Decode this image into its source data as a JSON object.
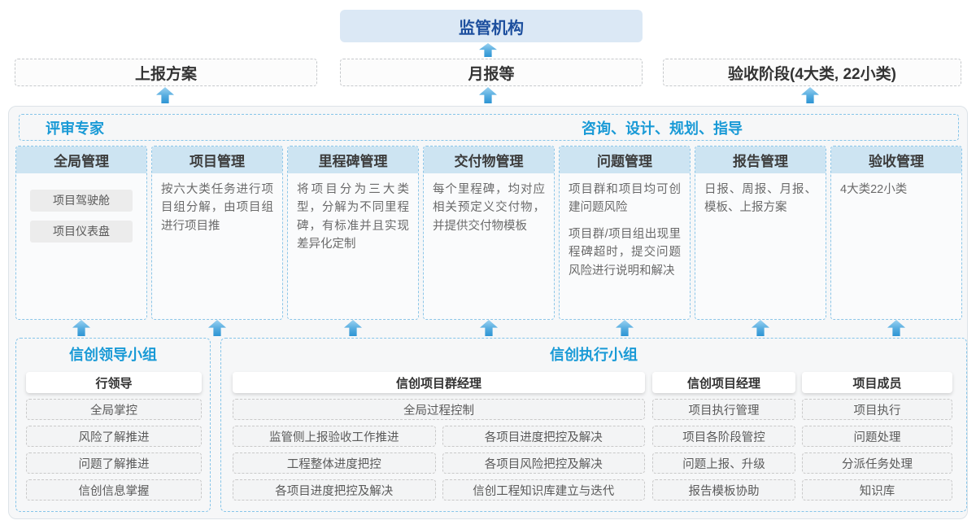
{
  "colors": {
    "accent_blue": "#199ad6",
    "navy_title": "#1d4f9e",
    "arrow_blue": "#2e95d4",
    "column_header_bg": "#cde4f2",
    "dashed_blue_border": "#86c5e9"
  },
  "top": {
    "regulator": "监管机构"
  },
  "report_row": [
    {
      "label": "上报方案"
    },
    {
      "label": "月报等"
    },
    {
      "label": "验收阶段(4大类, 22小类)"
    }
  ],
  "experts": {
    "left": "评审专家",
    "right": "咨询、设计、规划、指导"
  },
  "columns": [
    {
      "title": "全局管理",
      "items": [
        "项目驾驶舱",
        "项目仪表盘"
      ]
    },
    {
      "title": "项目管理",
      "paragraphs": [
        "按六大类任务进行项目组分解，由项目组进行项目推"
      ]
    },
    {
      "title": "里程碑管理",
      "paragraphs": [
        "将项目分为三大类型，分解为不同里程碑，有标准并且实现差异化定制"
      ]
    },
    {
      "title": "交付物管理",
      "paragraphs": [
        "每个里程碑，均对应相关预定义交付物，并提供交付物模板"
      ]
    },
    {
      "title": "问题管理",
      "paragraphs": [
        "项目群和项目均可创建问题风险",
        "项目群/项目组出现里程碑超时，提交问题风险进行说明和解决"
      ]
    },
    {
      "title": "报告管理",
      "paragraphs": [
        "日报、周报、月报、模板、上报方案"
      ]
    },
    {
      "title": "验收管理",
      "paragraphs": [
        "4大类22小类"
      ]
    }
  ],
  "bottom": {
    "leader_group": {
      "title": "信创领导小组",
      "role": "行领导",
      "items": [
        "全局掌控",
        "风险了解推进",
        "问题了解推进",
        "信创信息掌握"
      ]
    },
    "exec_group": {
      "title": "信创执行小组",
      "program_manager": {
        "role": "信创项目群经理",
        "full_width_item": "全局过程控制",
        "col1": [
          "监管侧上报验收工作推进",
          "工程整体进度把控",
          "各项目进度把控及解决"
        ],
        "col2": [
          "各项目进度把控及解决",
          "各项目风险把控及解决",
          "信创工程知识库建立与迭代"
        ]
      },
      "project_manager": {
        "role": "信创项目经理",
        "items": [
          "项目执行管理",
          "项目各阶段管控",
          "问题上报、升级",
          "报告模板协助"
        ]
      },
      "member": {
        "role": "项目成员",
        "items": [
          "项目执行",
          "问题处理",
          "分派任务处理",
          "知识库"
        ]
      }
    }
  }
}
